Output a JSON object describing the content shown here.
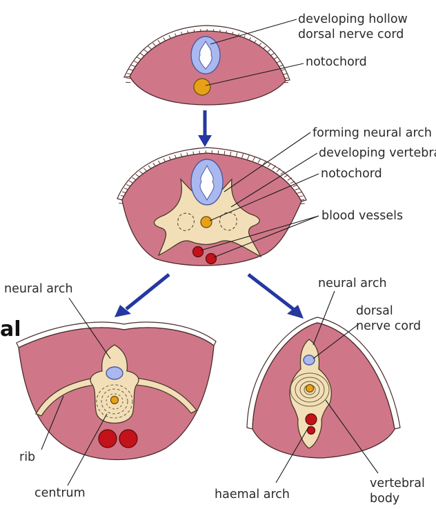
{
  "labels": {
    "top_nerve": "developing hollow dorsal nerve cord",
    "top_notochord": "notochord",
    "mid_neural_arch": "forming neural arch",
    "mid_vertebra": "developing vertebra",
    "mid_notochord": "notochord",
    "mid_vessels": "blood vessels",
    "left_neural_arch": "neural arch",
    "left_rib": "rib",
    "left_centrum": "centrum",
    "right_neural_arch": "neural arch",
    "right_nerve_cord": "dorsal nerve cord",
    "right_haemal_arch": "haemal arch",
    "right_vertebral_body": "vertebral body",
    "cut_edge_fragment": "al"
  },
  "colors": {
    "tissue": "#cf7788",
    "bone": "#f2dfb8",
    "nerve": "#aab8f0",
    "notochord": "#e7a018",
    "vessel": "#c4121a",
    "arrow": "#2438a0"
  }
}
